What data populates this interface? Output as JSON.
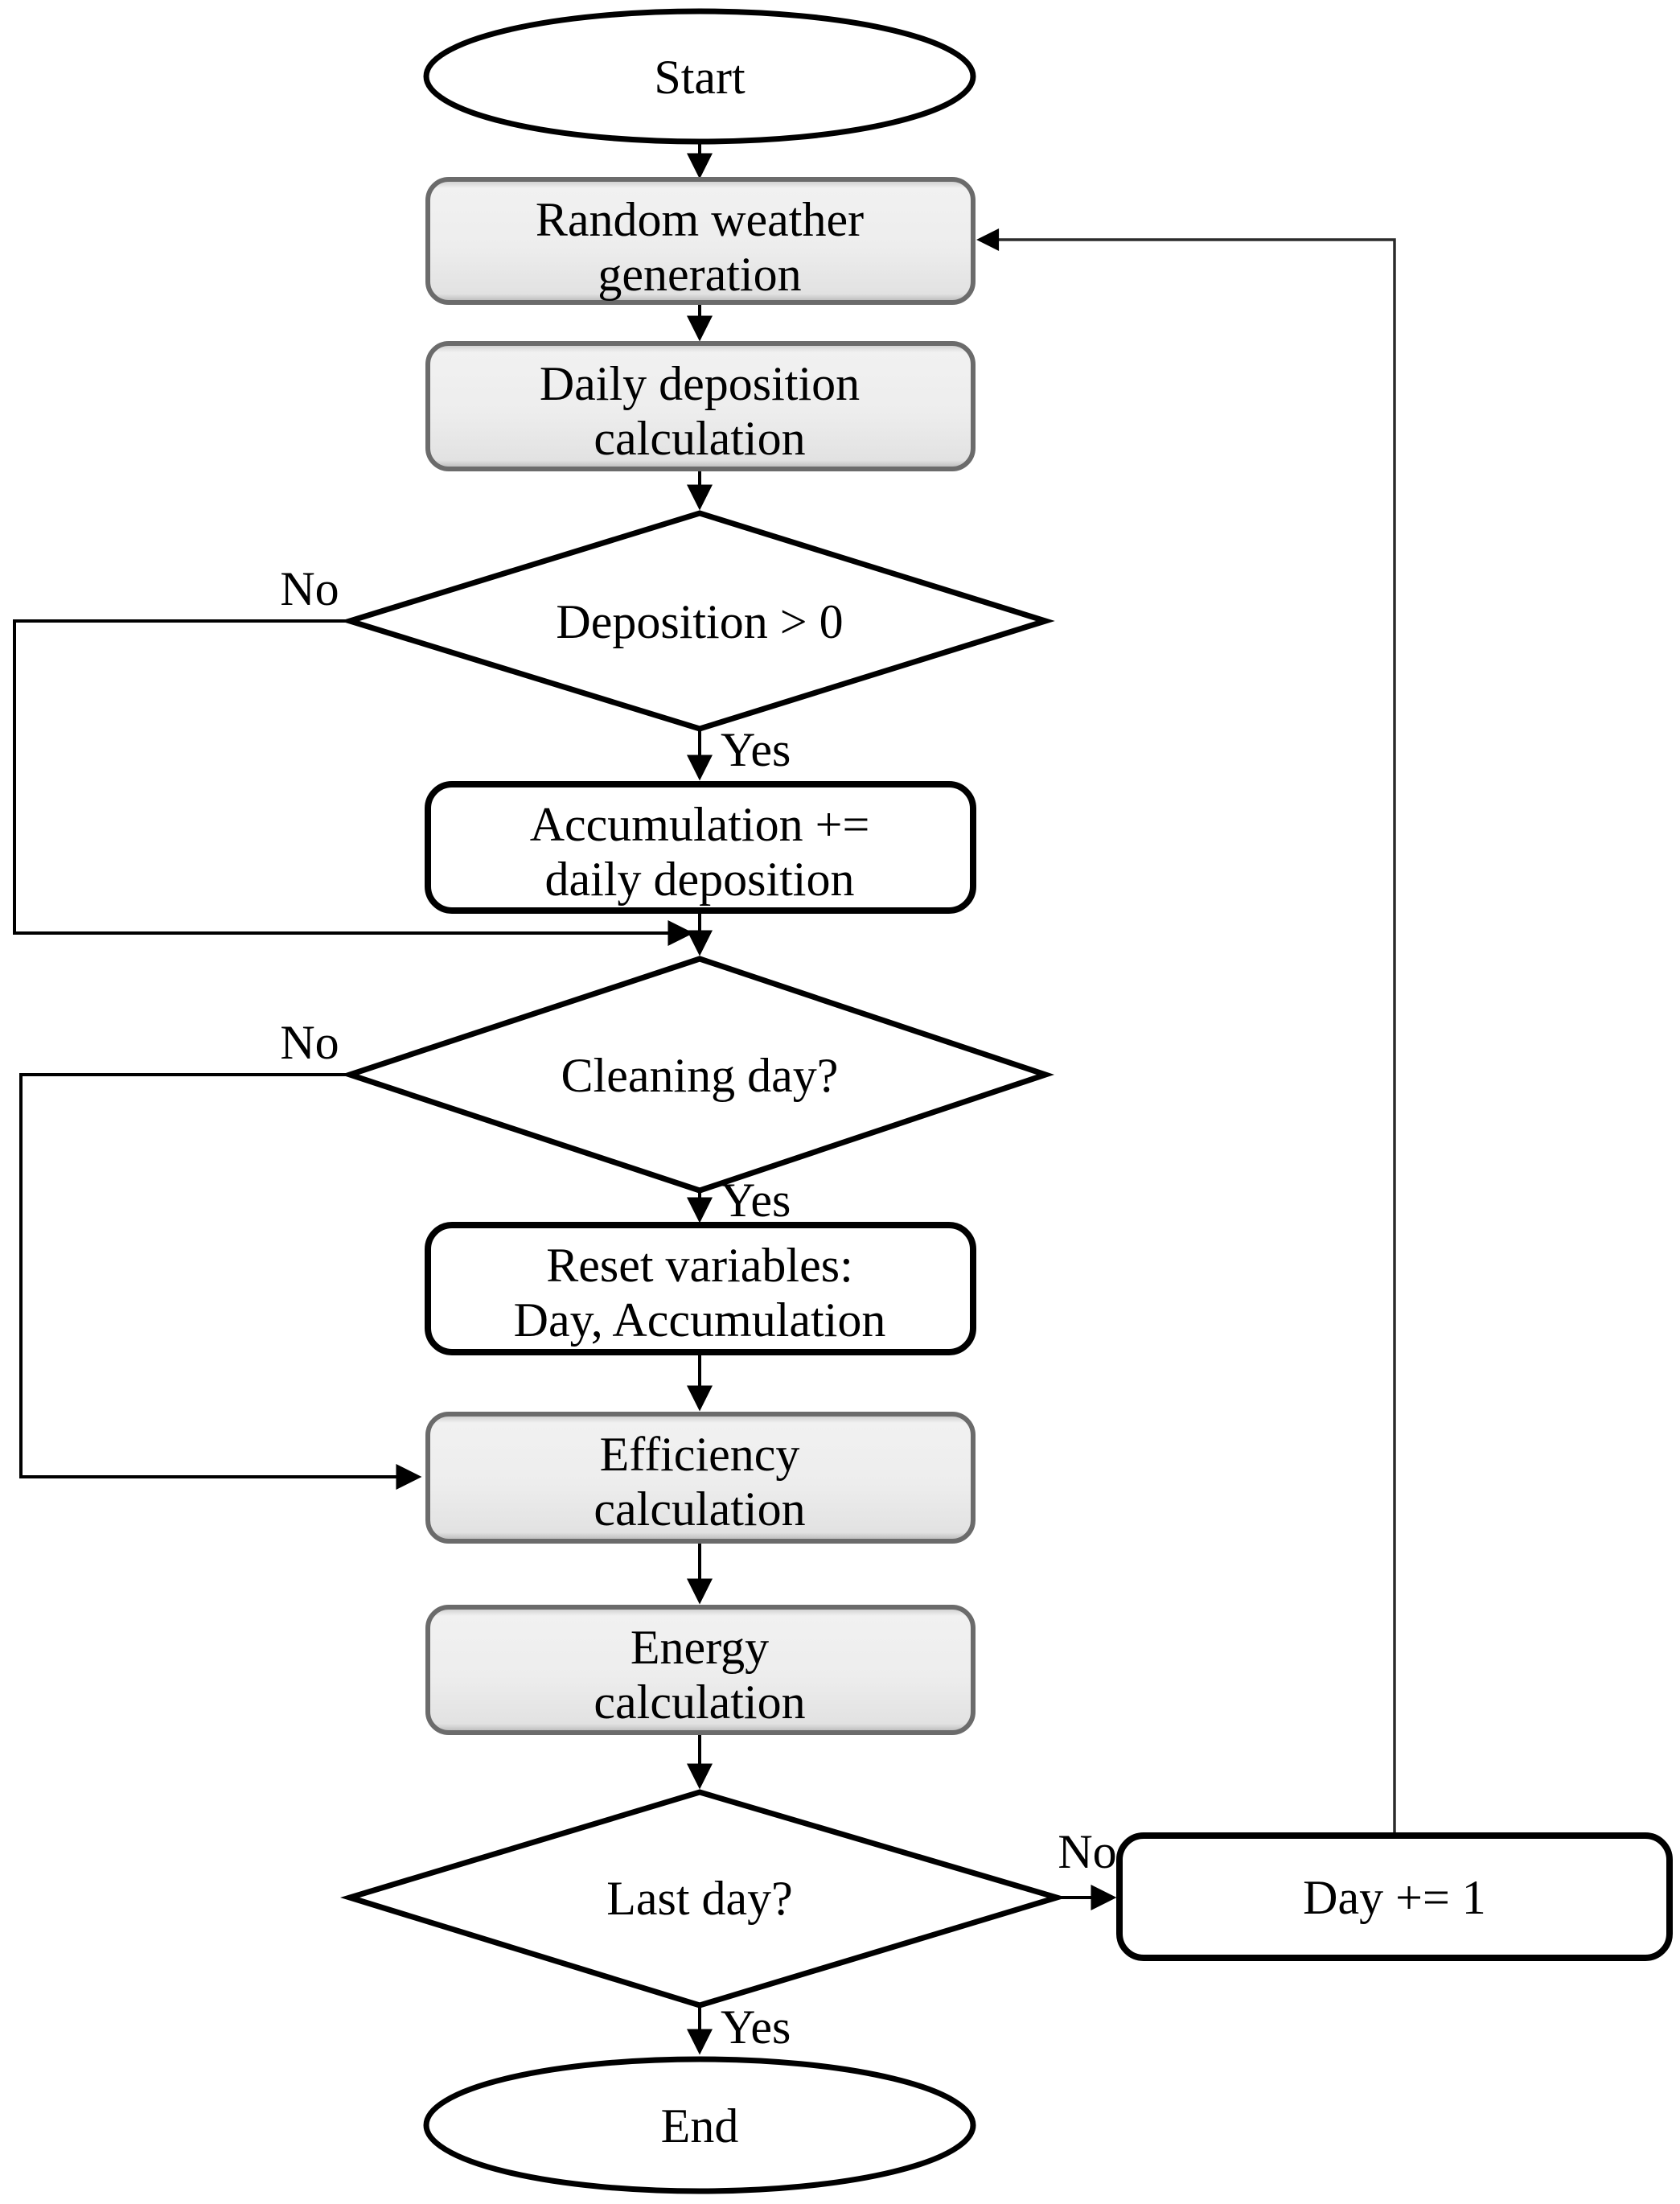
{
  "nodes": {
    "start": {
      "type": "terminator",
      "label": "Start"
    },
    "random_weather": {
      "type": "process-shaded",
      "lines": [
        "Random weather",
        "generation"
      ]
    },
    "daily_deposition": {
      "type": "process-shaded",
      "lines": [
        "Daily deposition",
        "calculation"
      ]
    },
    "deposition_check": {
      "type": "decision",
      "label": "Deposition > 0"
    },
    "accumulation": {
      "type": "process",
      "lines": [
        "Accumulation +=",
        "daily deposition"
      ]
    },
    "cleaning_check": {
      "type": "decision",
      "label": "Cleaning day?"
    },
    "reset_variables": {
      "type": "process",
      "lines": [
        "Reset variables:",
        "Day, Accumulation"
      ]
    },
    "efficiency": {
      "type": "process-shaded",
      "lines": [
        "Efficiency",
        "calculation"
      ]
    },
    "energy": {
      "type": "process-shaded",
      "lines": [
        "Energy",
        "calculation"
      ]
    },
    "last_day_check": {
      "type": "decision",
      "label": "Last day?"
    },
    "day_increment": {
      "type": "process",
      "label": "Day += 1"
    },
    "end": {
      "type": "terminator",
      "label": "End"
    }
  },
  "edge_labels": {
    "deposition_no": "No",
    "deposition_yes": "Yes",
    "cleaning_no": "No",
    "cleaning_yes": "Yes",
    "last_day_no": "No",
    "last_day_yes": "Yes"
  },
  "colors": {
    "background": "#ffffff",
    "outline": "#000000",
    "text": "#000000",
    "shaded_box_border": "#6b6b6b",
    "shaded_box_fill": "#ececec",
    "plain_fill": "#ffffff"
  }
}
